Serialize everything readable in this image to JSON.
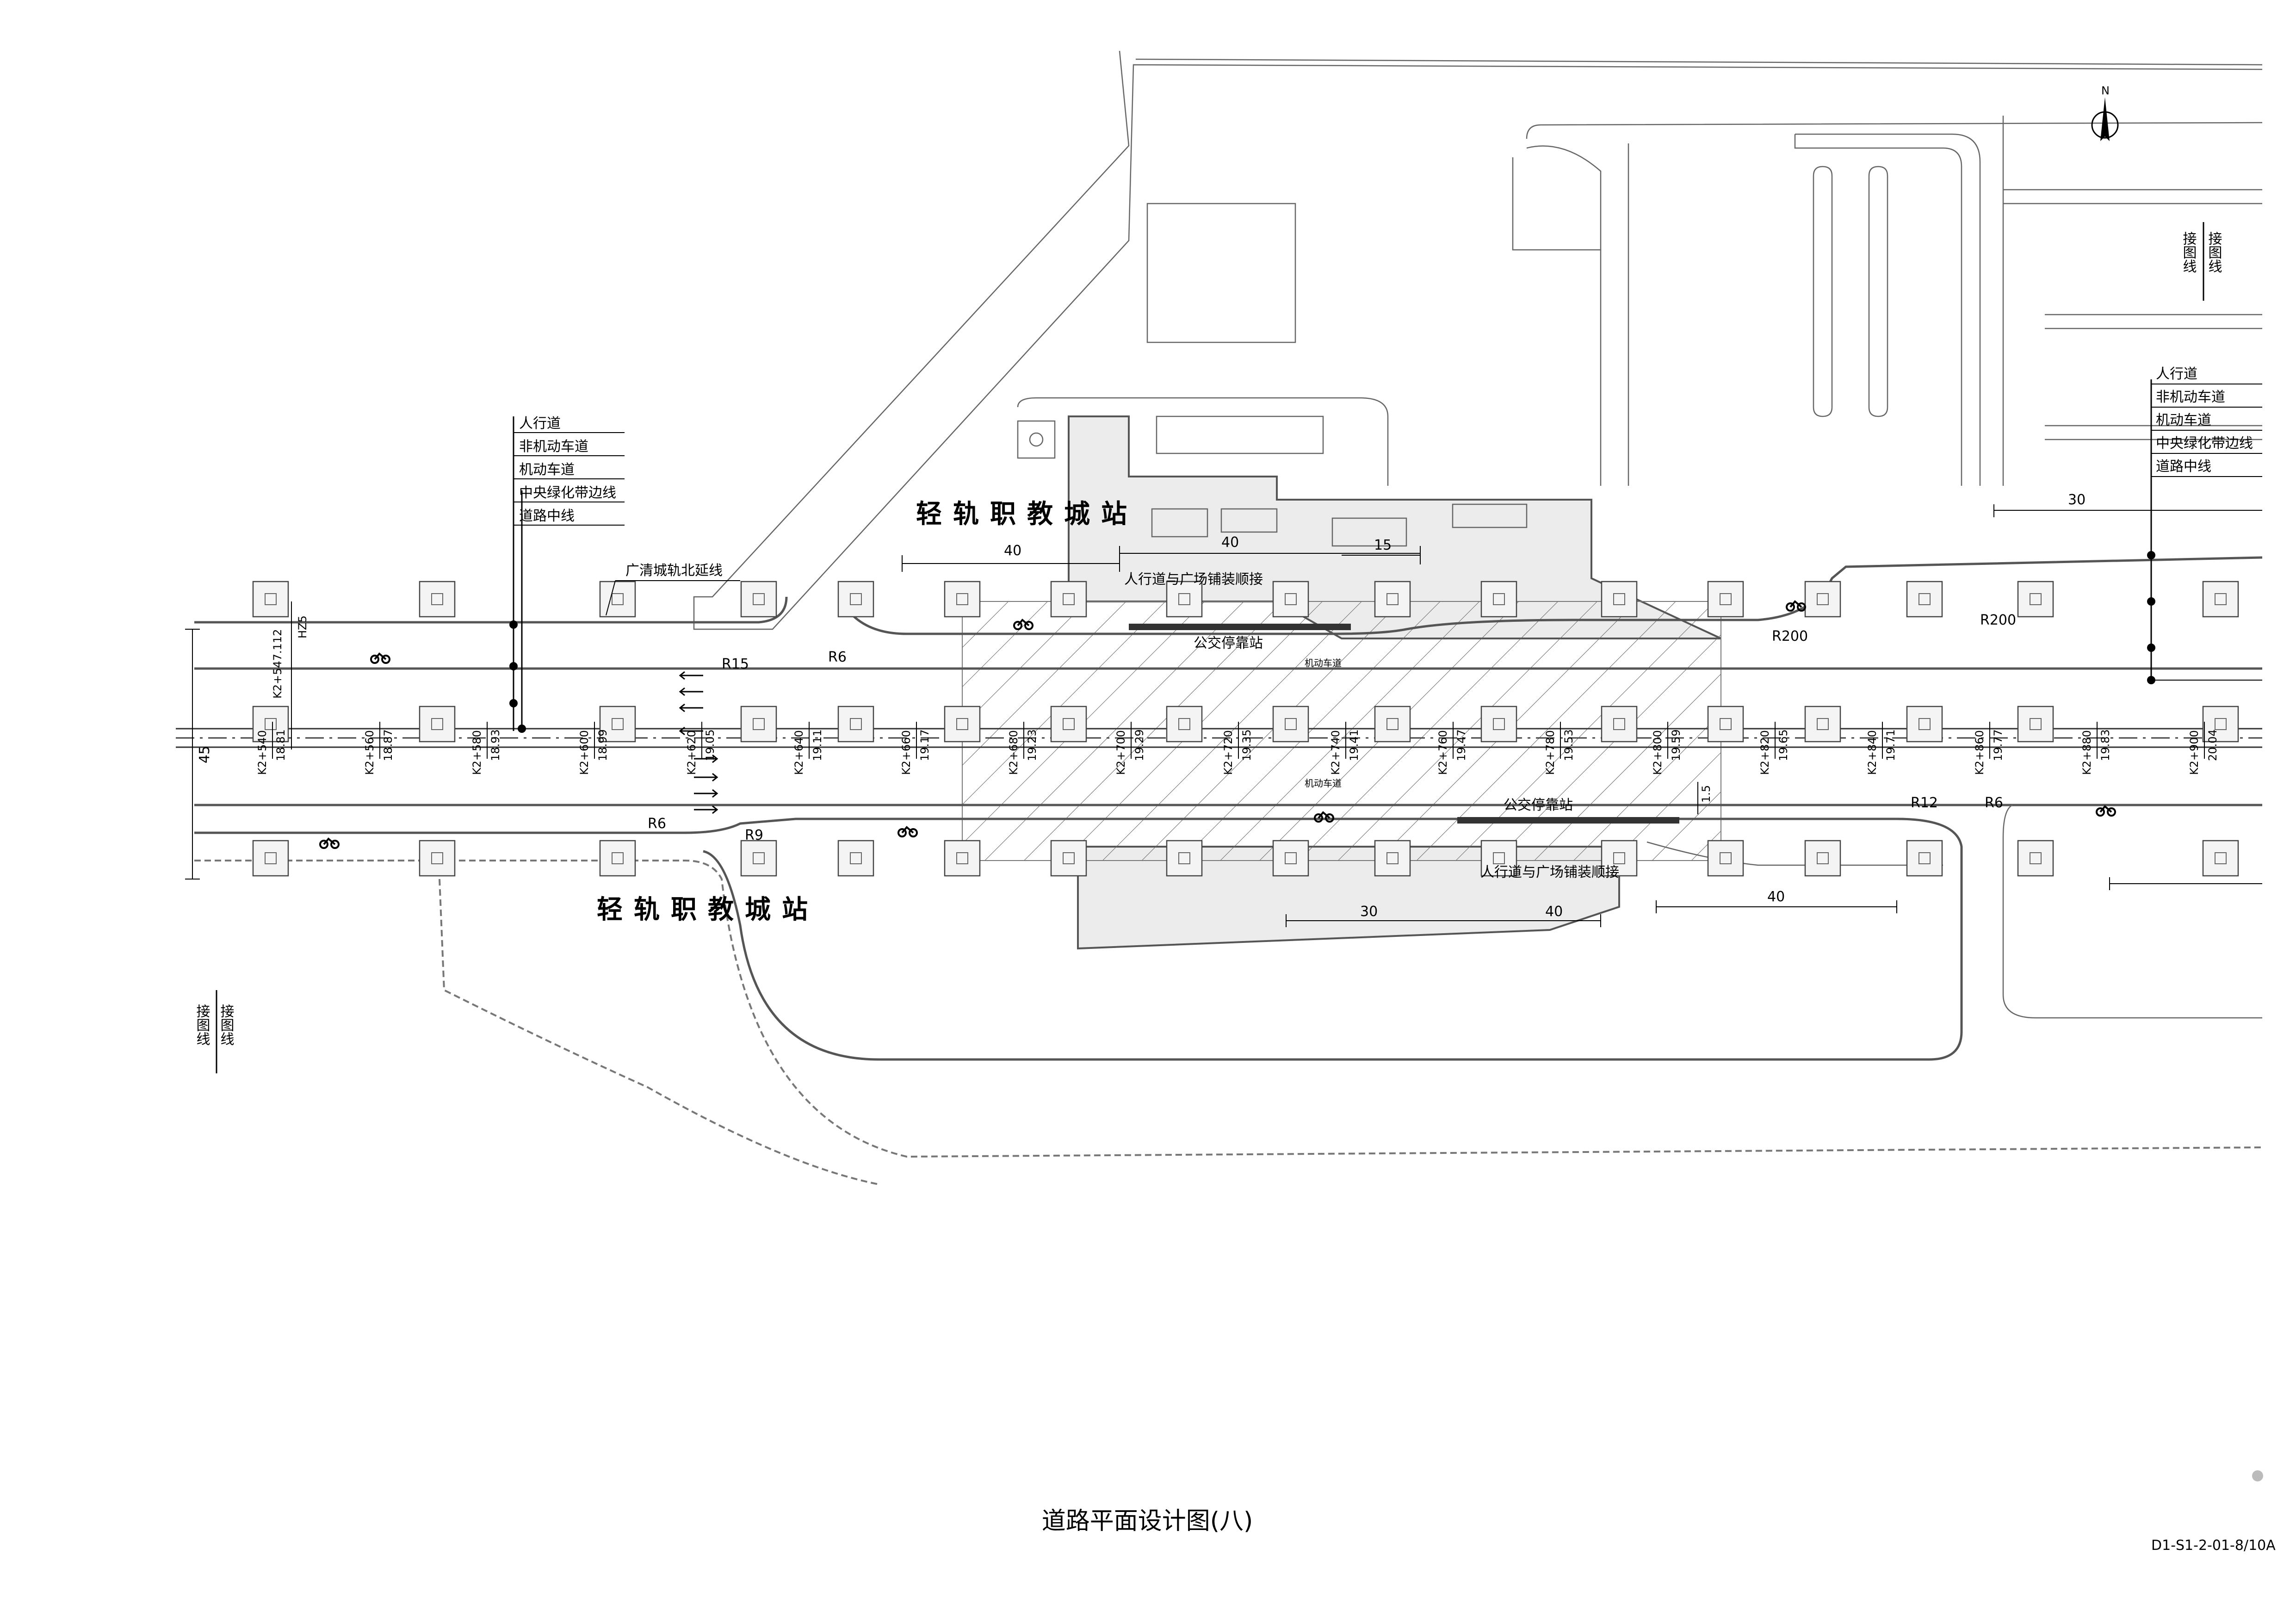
{
  "stations": {
    "north_name": "轻轨职教城站",
    "south_name": "轻轨职教城站"
  },
  "rail_label": "广清城轨北延线",
  "lane_legend_left": [
    "人行道",
    "非机动车道",
    "机动车道",
    "中央绿化带边线",
    "道路中线"
  ],
  "lane_legend_right": [
    "人行道",
    "非机动车道",
    "机动车道",
    "中央绿化带边线",
    "道路中线"
  ],
  "match_line": {
    "left_a": "接图线",
    "left_b": "接图线",
    "right_a": "接图线",
    "right_b": "接图线"
  },
  "curve_start": {
    "station": "K2+547.112",
    "code": "HZ5"
  },
  "chainages": [
    {
      "station": "K2+540",
      "elev": "18.81"
    },
    {
      "station": "K2+560",
      "elev": "18.87"
    },
    {
      "station": "K2+580",
      "elev": "18.93"
    },
    {
      "station": "K2+600",
      "elev": "18.99"
    },
    {
      "station": "K2+620",
      "elev": "19.05"
    },
    {
      "station": "K2+640",
      "elev": "19.11"
    },
    {
      "station": "K2+660",
      "elev": "19.17"
    },
    {
      "station": "K2+680",
      "elev": "19.23"
    },
    {
      "station": "K2+700",
      "elev": "19.29"
    },
    {
      "station": "K2+720",
      "elev": "19.35"
    },
    {
      "station": "K2+740",
      "elev": "19.41"
    },
    {
      "station": "K2+760",
      "elev": "19.47"
    },
    {
      "station": "K2+780",
      "elev": "19.53"
    },
    {
      "station": "K2+800",
      "elev": "19.59"
    },
    {
      "station": "K2+820",
      "elev": "19.65"
    },
    {
      "station": "K2+840",
      "elev": "19.71"
    },
    {
      "station": "K2+860",
      "elev": "19.77"
    },
    {
      "station": "K2+880",
      "elev": "19.83"
    },
    {
      "station": "K2+900",
      "elev": "20.04"
    }
  ],
  "radii": [
    "R15",
    "R6",
    "R200",
    "R200",
    "R6",
    "R9",
    "R12",
    "R6"
  ],
  "dimensions": {
    "north_40a": "40",
    "north_40b": "40",
    "north_15": "15",
    "right_30": "30",
    "south_30": "30",
    "south_40a": "40",
    "south_40b": "40",
    "width_45": "45",
    "bay_1_5": "1.5"
  },
  "plaza_note_north": "人行道与广场铺装顺接",
  "plaza_note_south": "人行道与广场铺装顺接",
  "bus_stop_north": "公交停靠站",
  "bus_stop_south": "公交停靠站",
  "lane_small_1": "机动车道",
  "lane_small_2": "机动车道",
  "north_mark": "N",
  "title": "道路平面设计图(八)",
  "drawing_no": "D1-S1-2-01-8/10A"
}
